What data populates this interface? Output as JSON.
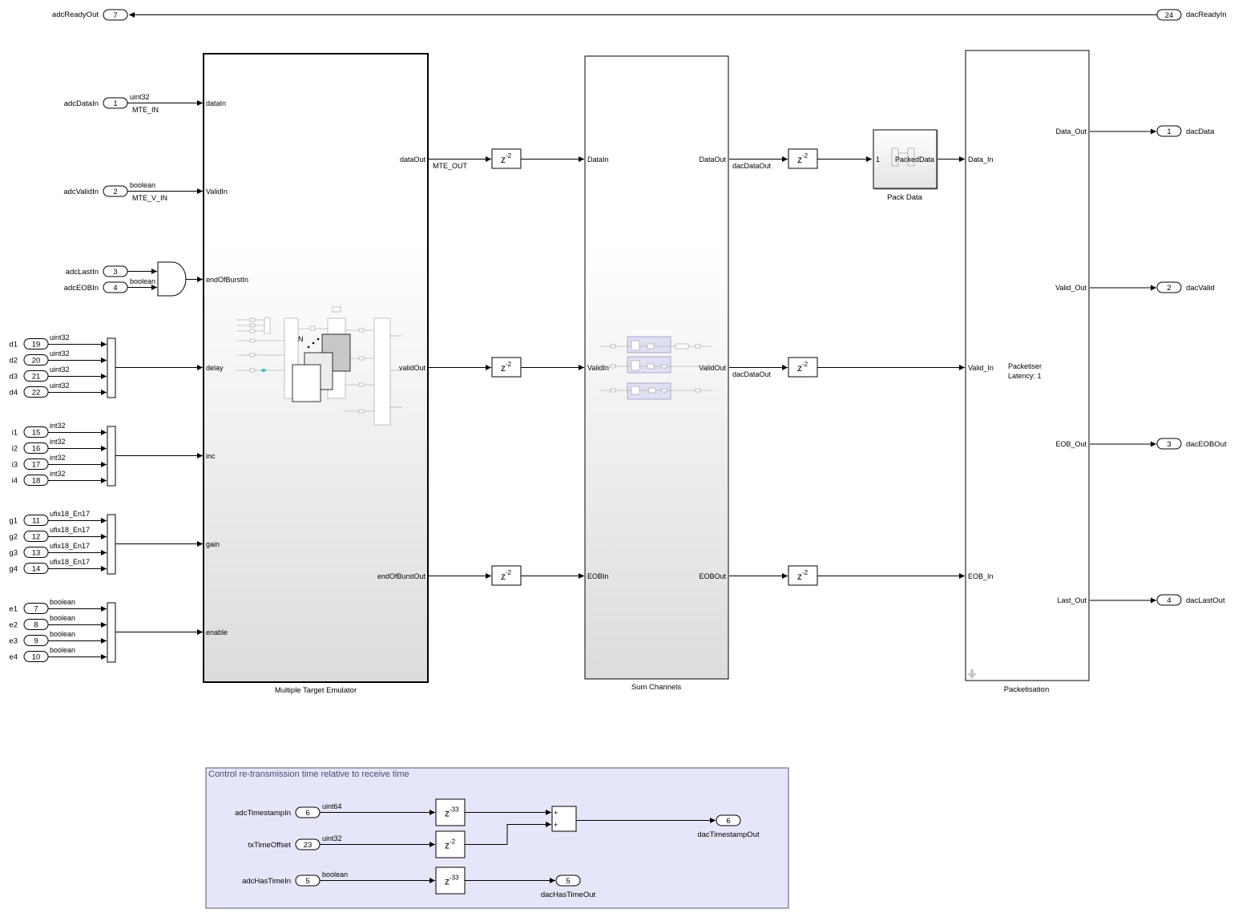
{
  "top_feedback": {
    "out_name": "adcReadyOut",
    "out_num": "7",
    "in_name": "dacReadyIn",
    "in_num": "24"
  },
  "inports": {
    "adcDataIn": {
      "name": "adcDataIn",
      "num": "1",
      "type": "uint32",
      "sig": "MTE_IN"
    },
    "adcValidIn": {
      "name": "adcValidIn",
      "num": "2",
      "type": "boolean",
      "sig": "MTE_V_IN"
    },
    "adcLastIn": {
      "name": "adcLastIn",
      "num": "3"
    },
    "adcEOBIn": {
      "name": "adcEOBIn",
      "num": "4",
      "type": "boolean"
    }
  },
  "groups": [
    {
      "target": "delay",
      "ports": [
        {
          "name": "d1",
          "num": "19",
          "type": "uint32"
        },
        {
          "name": "d2",
          "num": "20",
          "type": "uint32"
        },
        {
          "name": "d3",
          "num": "21",
          "type": "uint32"
        },
        {
          "name": "d4",
          "num": "22",
          "type": "uint32"
        }
      ]
    },
    {
      "target": "inc",
      "ports": [
        {
          "name": "i1",
          "num": "15",
          "type": "int32"
        },
        {
          "name": "i2",
          "num": "16",
          "type": "int32"
        },
        {
          "name": "i3",
          "num": "17",
          "type": "int32"
        },
        {
          "name": "i4",
          "num": "18",
          "type": "int32"
        }
      ]
    },
    {
      "target": "gain",
      "ports": [
        {
          "name": "g1",
          "num": "11",
          "type": "ufix18_En17"
        },
        {
          "name": "g2",
          "num": "12",
          "type": "ufix18_En17"
        },
        {
          "name": "g3",
          "num": "13",
          "type": "ufix18_En17"
        },
        {
          "name": "g4",
          "num": "14",
          "type": "ufix18_En17"
        }
      ]
    },
    {
      "target": "enable",
      "ports": [
        {
          "name": "e1",
          "num": "7",
          "type": "boolean"
        },
        {
          "name": "e2",
          "num": "8",
          "type": "boolean"
        },
        {
          "name": "e3",
          "num": "9",
          "type": "boolean"
        },
        {
          "name": "e4",
          "num": "10",
          "type": "boolean"
        }
      ]
    }
  ],
  "mte": {
    "title": "Multiple Target Emulator",
    "in_ports": [
      "dataIn",
      "ValidIn",
      "endOfBurstIn",
      "delay",
      "inc",
      "gain",
      "enable"
    ],
    "out_ports": [
      "dataOut",
      "validOut",
      "endOfBurstOut"
    ],
    "icon_letter": "N"
  },
  "signals": {
    "mte_out": "MTE_OUT",
    "dac_data_out_1": "dacDataOut",
    "dac_data_out_2": "dacDataOut"
  },
  "delay_exp": {
    "z": "z",
    "d2": "-2",
    "d33": "-33"
  },
  "sum": {
    "title": "Sum Channels",
    "in_ports": [
      "DataIn",
      "ValidIn",
      "EOBIn"
    ],
    "out_ports": [
      "DataOut",
      "ValidOut",
      "EOBOut"
    ]
  },
  "pack": {
    "title": "Pack Data",
    "in": "1",
    "out": "PackedData"
  },
  "packetisation": {
    "title": "Packetisation",
    "label_line1": "Packetiser",
    "label_line2": "Latency: 1",
    "in_ports": [
      "Data_In",
      "Valid_In",
      "EOB_In"
    ],
    "out_ports": [
      "Data_Out",
      "Valid_Out",
      "EOB_Out",
      "Last_Out"
    ]
  },
  "outports": [
    {
      "name": "dacData",
      "num": "1"
    },
    {
      "name": "dacValid",
      "num": "2"
    },
    {
      "name": "dacEOBOut",
      "num": "3"
    },
    {
      "name": "dacLastOut",
      "num": "4"
    }
  ],
  "annotation": {
    "text": "Control re-transmission time relative to receive time",
    "adcTimestampIn": {
      "name": "adcTimestampIn",
      "num": "6",
      "type": "uint64"
    },
    "txTimeOffset": {
      "name": "txTimeOffset",
      "num": "23",
      "type": "uint32"
    },
    "adcHasTimeIn": {
      "name": "adcHasTimeIn",
      "num": "5",
      "type": "boolean"
    },
    "sum_signs": [
      "+",
      "+"
    ],
    "dacTimestampOut": {
      "name": "dacTimestampOut",
      "num": "6"
    },
    "dacHasTimeOut": {
      "name": "dacHasTimeOut",
      "num": "5"
    }
  },
  "colors": {
    "annotation_fill": "#e6e6fa",
    "annotation_border": "#555577",
    "subsystem_gradient_top": "#ffffff",
    "subsystem_gradient_bottom": "#dcdcdc"
  }
}
